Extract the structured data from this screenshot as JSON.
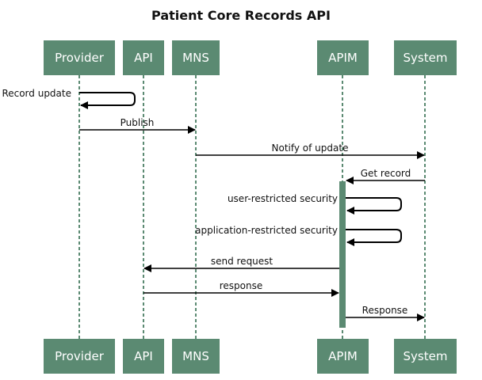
{
  "title": "Patient Core Records API",
  "colors": {
    "participant_fill": "#5b8a72",
    "participant_text": "#ffffff",
    "lifeline": "#5b8a72",
    "activation": "#5b8a72",
    "arrow": "#000000"
  },
  "participants": [
    {
      "id": "provider",
      "label": "Provider"
    },
    {
      "id": "api",
      "label": "API"
    },
    {
      "id": "mns",
      "label": "MNS"
    },
    {
      "id": "apim",
      "label": "APIM"
    },
    {
      "id": "system",
      "label": "System"
    }
  ],
  "messages": [
    {
      "from": "provider",
      "to": "provider",
      "label": "Record update"
    },
    {
      "from": "provider",
      "to": "mns",
      "label": "Publish"
    },
    {
      "from": "mns",
      "to": "system",
      "label": "Notify of update"
    },
    {
      "from": "system",
      "to": "apim",
      "label": "Get record"
    },
    {
      "from": "apim",
      "to": "apim",
      "label": "user-restricted security"
    },
    {
      "from": "apim",
      "to": "apim",
      "label": "application-restricted security"
    },
    {
      "from": "apim",
      "to": "api",
      "label": "send request"
    },
    {
      "from": "api",
      "to": "apim",
      "label": "response"
    },
    {
      "from": "apim",
      "to": "system",
      "label": "Response"
    }
  ]
}
